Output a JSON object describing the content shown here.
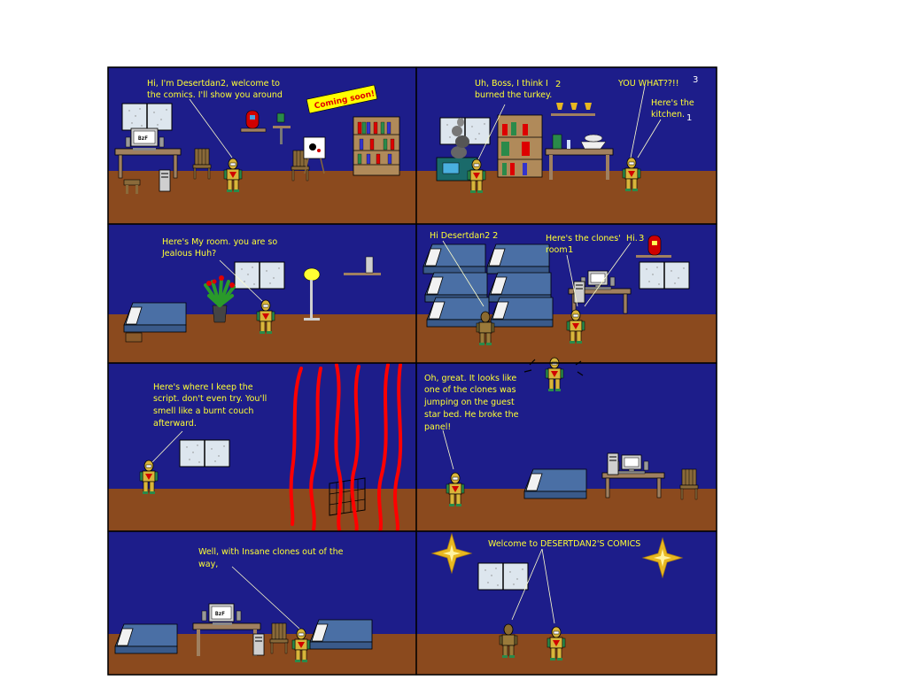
{
  "panels": [
    {
      "captions": [
        "Hi, I'm Desertdan2, welcome to",
        "the comics. I'll show you around"
      ],
      "sign_text": "Coming soon!"
    },
    {
      "captions": [
        "Uh, Boss, I think I",
        "burned the turkey."
      ],
      "speaker_num_a": "2",
      "caption_b": "YOU WHAT??!!",
      "page_number": "3",
      "captions_c": [
        "Here's the",
        "kitchen."
      ],
      "speaker_num_c": "1"
    },
    {
      "captions": [
        "Here's My room. you are so",
        "Jealous Huh?"
      ]
    },
    {
      "caption_a": "Hi Desertdan2",
      "num_a": "2",
      "captions_b": [
        "Here's the clones'",
        "room"
      ],
      "num_b": "1",
      "caption_c": "Hi.",
      "num_c": "3"
    },
    {
      "captions": [
        "Here's where I keep the",
        "script. don't even try. You'll",
        "smell like a burnt couch",
        "afterward."
      ]
    },
    {
      "captions": [
        "Oh, great. It looks like",
        "one of the clones was",
        "jumping on the guest",
        "star bed. He broke the",
        "panel!"
      ]
    },
    {
      "captions": [
        "Well, with Insane clones out of the",
        "way,"
      ]
    },
    {
      "caption": "Welcome to DESERTDAN2'S COMICS"
    }
  ],
  "monitor_label": "BzF",
  "colors": {
    "wall": "#1d1d8a",
    "floor": "#8b4a1e",
    "caption": "#ffff33",
    "fire": "#ff0000"
  }
}
